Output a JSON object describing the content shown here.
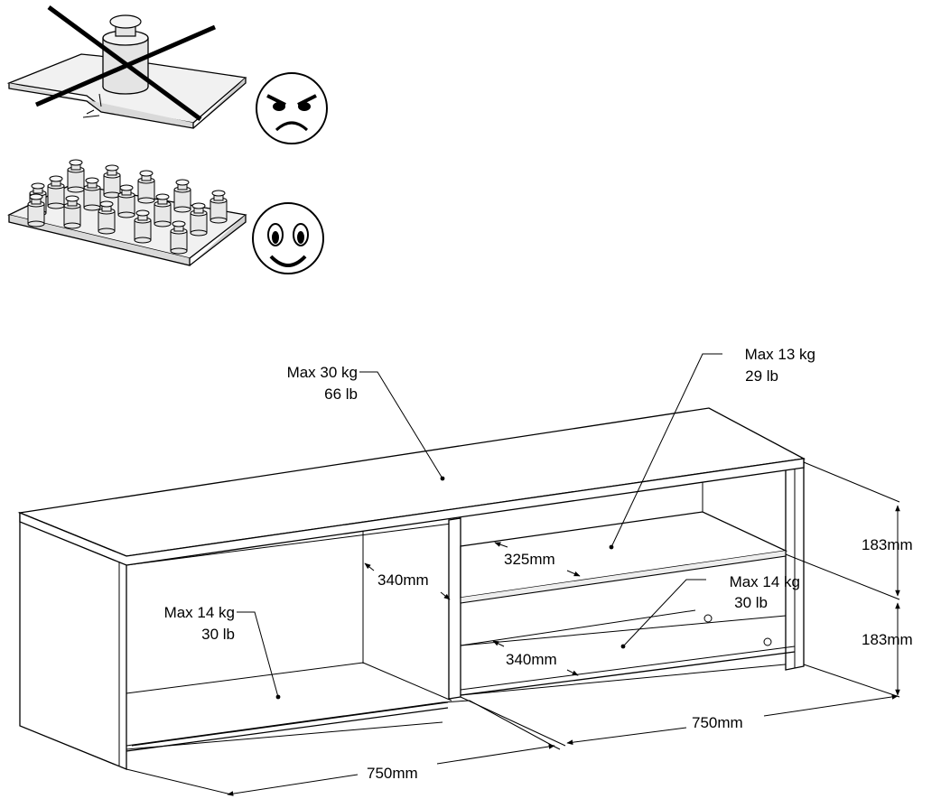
{
  "load_warning": {
    "bad_example": {
      "icon": "angry-face-icon",
      "crossed_out": true
    },
    "good_example": {
      "icon": "happy-face-icon"
    }
  },
  "labels": {
    "top_max_kg": "Max 30 kg",
    "top_max_lb": "66 lb",
    "upper_shelf_max_kg": "Max 13 kg",
    "upper_shelf_max_lb": "29 lb",
    "lower_shelf_max_kg": "Max 14 kg",
    "lower_shelf_max_lb": "30 lb",
    "left_compartment_max_kg": "Max 14 kg",
    "left_compartment_max_lb": "30 lb"
  },
  "dimensions": {
    "upper_shelf_depth": "325mm",
    "compartment_depth": "340mm",
    "lower_shelf_depth": "340mm",
    "upper_height": "183mm",
    "lower_height": "183mm",
    "left_width": "750mm",
    "right_width": "750mm"
  }
}
